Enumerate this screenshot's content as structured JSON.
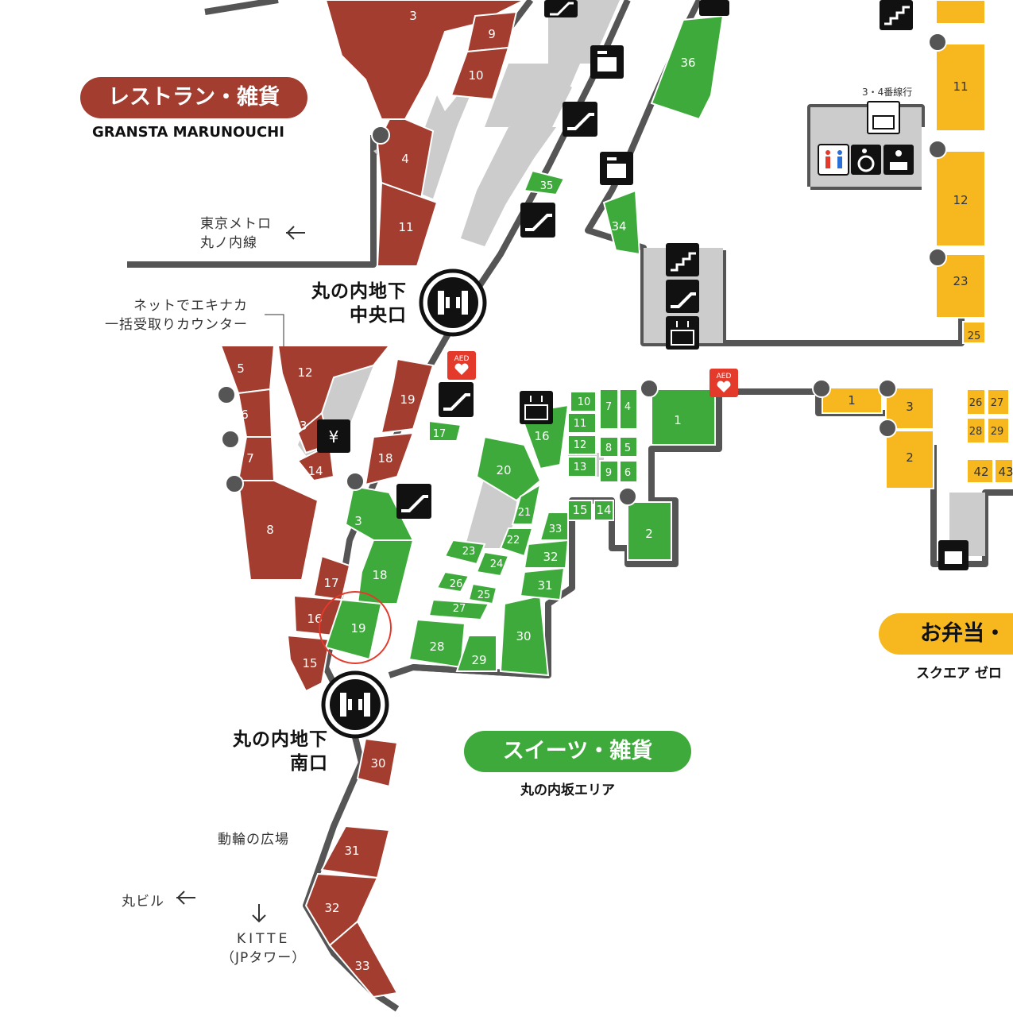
{
  "colors": {
    "restaurant": "#a33d2f",
    "sweets": "#3faa3c",
    "bento": "#f6b81e",
    "corridor": "#555555",
    "service": "#cccccc",
    "highlight": "#e33a2c"
  },
  "areas": {
    "restaurant": {
      "title": "レストラン・雑貨",
      "subtitle": "GRANSTA MARUNOUCHI"
    },
    "sweets": {
      "title": "スイーツ・雑貨",
      "subtitle": "丸の内坂エリア"
    },
    "bento": {
      "title": "お弁当・",
      "subtitle": "スクエア ゼロ"
    }
  },
  "places": {
    "metro_line1": "東京メトロ",
    "metro_line2": "丸ノ内線",
    "ekinaka_line1": "ネットでエキナカ",
    "ekinaka_line2": "一括受取りカウンター",
    "central_exit_line1": "丸の内地下",
    "central_exit_line2": "中央口",
    "south_exit_line1": "丸の内地下",
    "south_exit_line2": "南口",
    "plaza": "動輪の広場",
    "marubiru": "丸ビル",
    "kitte_line1": "KITTE",
    "kitte_line2": "（JPタワー）",
    "platform": "3・4番線行"
  },
  "aed_label": "AED",
  "shops": {
    "restaurant": [
      "3",
      "9",
      "10",
      "4",
      "11",
      "5",
      "6",
      "7",
      "8",
      "12",
      "13",
      "14",
      "19",
      "18",
      "17",
      "16",
      "15",
      "30",
      "31",
      "32",
      "33"
    ],
    "sweets": [
      "36",
      "35",
      "34",
      "17",
      "16",
      "10",
      "11",
      "12",
      "13",
      "7",
      "4",
      "8",
      "5",
      "9",
      "6",
      "1",
      "20",
      "21",
      "22",
      "15",
      "14",
      "2",
      "3",
      "18",
      "19",
      "23",
      "24",
      "26",
      "25",
      "27",
      "28",
      "29",
      "30",
      "31",
      "32",
      "33"
    ],
    "bento": [
      "11",
      "12",
      "23",
      "25",
      "1",
      "3",
      "2",
      "26",
      "27",
      "28",
      "29",
      "42",
      "43"
    ]
  },
  "highlighted_shop": "19",
  "icons": [
    "escalator-icon",
    "elevator-icon",
    "stairs-icon",
    "coin-locker-icon",
    "restaurant-icon",
    "cafe-icon",
    "atm-icon",
    "gate-icon",
    "restroom-icon",
    "accessible-icon",
    "baby-care-icon",
    "aed-icon",
    "arrow-left-icon",
    "arrow-down-icon"
  ]
}
